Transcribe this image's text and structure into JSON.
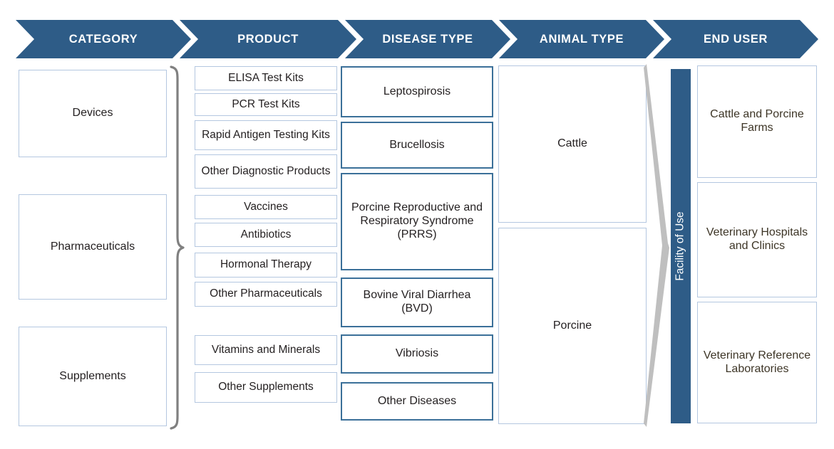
{
  "header": {
    "columns": [
      {
        "label": "CATEGORY"
      },
      {
        "label": "PRODUCT"
      },
      {
        "label": "DISEASE TYPE"
      },
      {
        "label": "ANIMAL TYPE"
      },
      {
        "label": "END USER"
      }
    ]
  },
  "category": {
    "items": [
      {
        "label": "Devices"
      },
      {
        "label": "Pharmaceuticals"
      },
      {
        "label": "Supplements"
      }
    ]
  },
  "product": {
    "items": [
      {
        "label": "ELISA Test Kits"
      },
      {
        "label": "PCR Test Kits"
      },
      {
        "label": "Rapid Antigen Testing Kits"
      },
      {
        "label": "Other Diagnostic Products"
      },
      {
        "label": "Vaccines"
      },
      {
        "label": "Antibiotics"
      },
      {
        "label": "Hormonal Therapy"
      },
      {
        "label": "Other Pharmaceuticals"
      },
      {
        "label": "Vitamins and Minerals"
      },
      {
        "label": "Other Supplements"
      }
    ]
  },
  "disease_type": {
    "items": [
      {
        "label": "Leptospirosis"
      },
      {
        "label": "Brucellosis"
      },
      {
        "label": "Porcine Reproductive and Respiratory Syndrome (PRRS)"
      },
      {
        "label": "Bovine Viral Diarrhea (BVD)"
      },
      {
        "label": "Vibriosis"
      },
      {
        "label": "Other Diseases"
      }
    ]
  },
  "animal_type": {
    "items": [
      {
        "label": "Cattle"
      },
      {
        "label": "Porcine"
      }
    ]
  },
  "facility": {
    "label": "Facility of Use"
  },
  "end_user": {
    "items": [
      {
        "label": "Cattle and Porcine Farms"
      },
      {
        "label": "Veterinary Hospitals and Clinics"
      },
      {
        "label": "Veterinary Reference Laboratories"
      }
    ]
  },
  "colors": {
    "banner_blue": "#2e5c87",
    "light_border": "#b4c7e0",
    "dark_border": "#3b7099",
    "gray_accent": "#bfbfbf",
    "brace_gray": "#808080"
  }
}
